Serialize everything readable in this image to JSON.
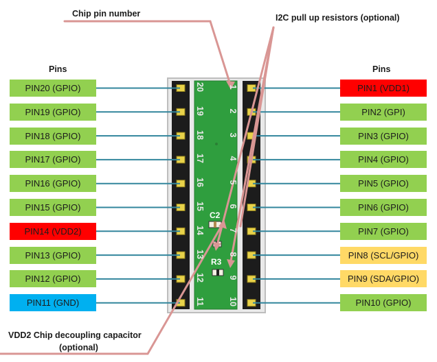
{
  "headers": {
    "left": "Pins",
    "right": "Pins"
  },
  "annotations": {
    "chip_pin_number": "Chip pin number",
    "i2c_pullup": "I2C pull up resistors (optional)",
    "vdd2_cap_line1": "VDD2 Chip decoupling capacitor",
    "vdd2_cap_line2": "(optional)"
  },
  "left_pins": [
    {
      "label": "PIN20 (GPIO)",
      "color": "#92d050"
    },
    {
      "label": "PIN19 (GPIO)",
      "color": "#92d050"
    },
    {
      "label": "PIN18 (GPIO)",
      "color": "#92d050"
    },
    {
      "label": "PIN17 (GPIO)",
      "color": "#92d050"
    },
    {
      "label": "PIN16 (GPIO)",
      "color": "#92d050"
    },
    {
      "label": "PIN15 (GPIO)",
      "color": "#92d050"
    },
    {
      "label": "PIN14 (VDD2)",
      "color": "#ff0000"
    },
    {
      "label": "PIN13 (GPIO)",
      "color": "#92d050"
    },
    {
      "label": "PIN12 (GPIO)",
      "color": "#92d050"
    },
    {
      "label": "PIN11 (GND)",
      "color": "#00b0f0"
    }
  ],
  "right_pins": [
    {
      "label": "PIN1 (VDD1)",
      "color": "#ff0000"
    },
    {
      "label": "PIN2 (GPI)",
      "color": "#92d050"
    },
    {
      "label": "PIN3 (GPIO)",
      "color": "#92d050"
    },
    {
      "label": "PIN4 (GPIO)",
      "color": "#92d050"
    },
    {
      "label": "PIN5 (GPIO)",
      "color": "#92d050"
    },
    {
      "label": "PIN6 (GPIO)",
      "color": "#92d050"
    },
    {
      "label": "PIN7 (GPIO)",
      "color": "#92d050"
    },
    {
      "label": "PIN8 (SCL/GPIO)",
      "color": "#ffd966"
    },
    {
      "label": "PIN9 (SDA/GPIO)",
      "color": "#ffd966"
    },
    {
      "label": "PIN10 (GPIO)",
      "color": "#92d050"
    }
  ],
  "chip_numbers_left": [
    "20",
    "19",
    "18",
    "17",
    "16",
    "15",
    "14",
    "13",
    "12",
    "11"
  ],
  "chip_numbers_right": [
    "1",
    "2",
    "3",
    "4",
    "5",
    "6",
    "7",
    "8",
    "9",
    "10"
  ],
  "components": {
    "c2": "C2",
    "r3": "R3"
  },
  "colors": {
    "connector_line": "#31859c",
    "callout": "#d99694",
    "pcb": "#2f9e3e"
  }
}
